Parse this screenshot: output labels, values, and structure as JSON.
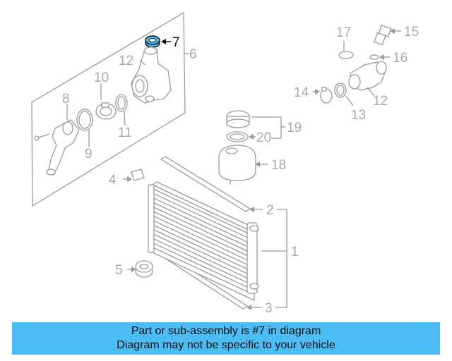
{
  "diagram": {
    "callouts": {
      "c1": "1",
      "c2": "2",
      "c3": "3",
      "c4": "4",
      "c5": "5",
      "c6": "6",
      "c7": "7",
      "c8": "8",
      "c9": "9",
      "c10": "10",
      "c11": "11",
      "c12a": "12",
      "c12b": "12",
      "c13": "13",
      "c14": "14",
      "c15": "15",
      "c16": "16",
      "c17": "17",
      "c18": "18",
      "c19": "19",
      "c20": "20"
    },
    "highlight_color": "#4dbcf5",
    "part_color": "#9a9a9a"
  },
  "banner": {
    "line1": "Part or sub-assembly is #7 in diagram",
    "line2": "Diagram may not be specific to your vehicle",
    "background": "#4dbcf5"
  }
}
